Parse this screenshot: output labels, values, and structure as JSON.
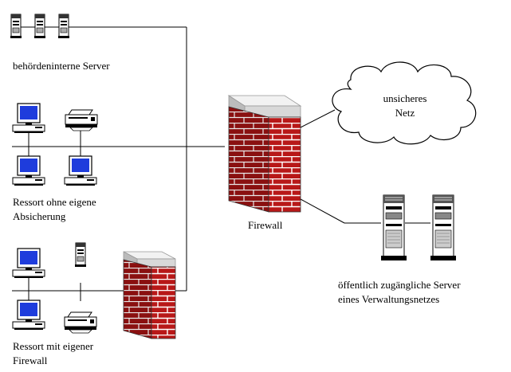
{
  "labels": {
    "internal_servers": "behördeninterne Server",
    "ressort_no_protection": [
      "Ressort ohne eigene",
      "Absicherung"
    ],
    "firewall": "Firewall",
    "ressort_own_firewall": [
      "Ressort mit eigener",
      "Firewall"
    ],
    "insecure_net": [
      "unsicheres",
      "Netz"
    ],
    "public_servers": [
      "öffentlich zugängliche Server",
      "eines Verwaltungsnetzes"
    ]
  },
  "colors": {
    "line": "#000000",
    "brick": "#b81818",
    "mortar": "#ffffff",
    "wall_shadow": "#5a0a0a",
    "wall_cap": "#d8d8d8",
    "screen": "#1e3cdc",
    "device_body": "#ffffff"
  }
}
